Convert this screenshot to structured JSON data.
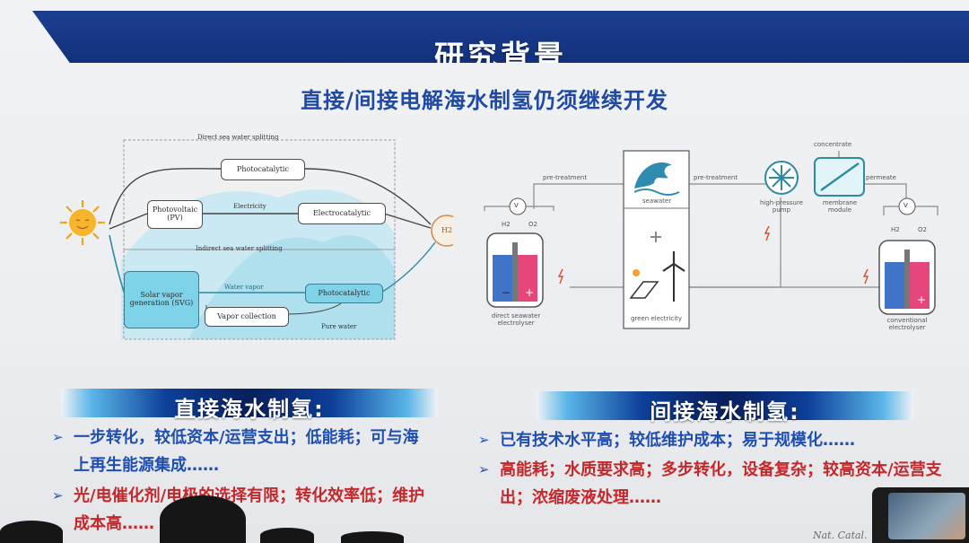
{
  "header": {
    "title": "研究背景"
  },
  "subtitle": "直接/间接电解海水制氢仍须继续开发",
  "left_diagram": {
    "direct_label": "Direct sea water splitting",
    "indirect_label": "Indirect sea water splitting",
    "photocatalytic_top": "Photocatalytic",
    "photovoltaic": "Photovoltaic (PV)",
    "electricity": "Electricity",
    "electrocatalytic": "Electrocatalytic",
    "h2": "H2",
    "svg_box": "Solar vapor generation (SVG)",
    "water_vapor": "Water vapor",
    "photocatalytic_bottom": "Photocatalytic",
    "vapor_collection": "Vapor collection",
    "pure_water": "Pure water"
  },
  "right_diagram": {
    "pretreatment_left": "pre-treatment",
    "pretreatment_right": "pre-treatment",
    "seawater": "seawater",
    "high_pressure_pump": "high-pressure pump",
    "concentrate": "concentrate",
    "membrane_module": "membrane module",
    "permeate": "permeate",
    "direct_electrolyser": "direct seawater electrolyser",
    "green_electricity": "green electricity",
    "conventional_electrolyser": "conventional electrolyser",
    "v_symbol": "V",
    "h2_label": "H2",
    "o2_label": "O2"
  },
  "direct": {
    "title": "直接海水制氢:",
    "bullets": [
      {
        "text": "一步转化，较低资本/运营支出；低能耗；可与海上再生能源集成……",
        "tone": "pro"
      },
      {
        "text": "光/电催化剂/电极的选择有限；转化效率低；维护成本高……",
        "tone": "con"
      }
    ]
  },
  "indirect": {
    "title": "间接海水制氢:",
    "bullets": [
      {
        "text": "已有技术水平高；较低维护成本；易于规模化……",
        "tone": "pro"
      },
      {
        "text": "高能耗；水质要求高；多步转化，设备复杂；较高资本/运营支出；浓缩废液处理……",
        "tone": "con"
      }
    ]
  },
  "watermark": "Nat. Catal.",
  "icons": {
    "bullet": "triangle-arrow-icon",
    "sun": "sun-icon",
    "wave": "wave-icon",
    "pump": "pump-icon",
    "wind": "wind-turbine-icon",
    "solar": "solar-panel-icon",
    "plus": "plus-icon"
  },
  "colors": {
    "banner": "#12307c",
    "subtitle": "#1e49a4",
    "pro_text": "#1f4fb0",
    "con_text": "#c5282b",
    "teal": "#7fd3e8"
  }
}
